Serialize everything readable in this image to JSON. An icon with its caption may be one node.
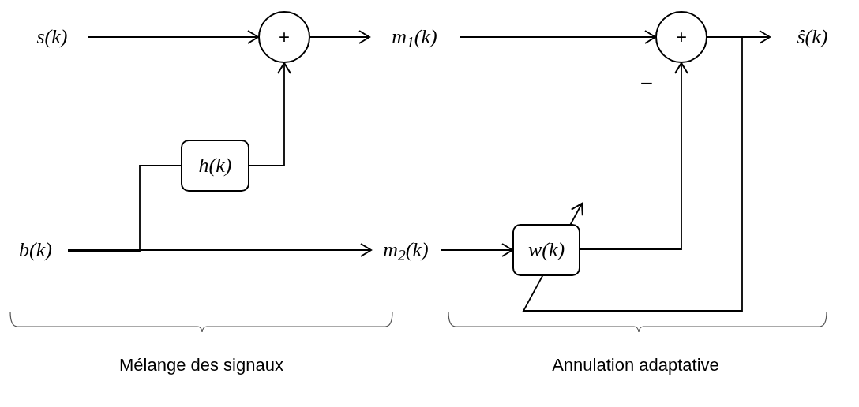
{
  "diagram": {
    "nodes": [
      {
        "text": [
          "s(k)"
        ]
      },
      {
        "text": [
          "+"
        ]
      },
      {
        "text": [
          "m$_{1}$(k)"
        ]
      },
      {
        "text": [
          "h(k)"
        ]
      },
      {
        "text": [
          "b(k)"
        ]
      },
      {
        "text": [
          "m$_{2}$(k)"
        ]
      },
      {
        "text": [
          "w(k)"
        ]
      },
      {
        "text": [
          "+"
        ]
      },
      {
        "text": [
          "ŝ(k)"
        ]
      }
    ],
    "edges": [
      {
        "from": 0,
        "to": 1,
        "arrow": "to"
      },
      {
        "from": 1,
        "to": 2,
        "arrow": "to"
      },
      {
        "from": 4,
        "to": 5,
        "arrow": "to"
      },
      {
        "from": 4,
        "to": 3,
        "arrow": "none"
      },
      {
        "from": 3,
        "to": 1,
        "arrow": "to"
      },
      {
        "from": 2,
        "to": 7,
        "arrow": "to"
      },
      {
        "from": 5,
        "to": 6,
        "arrow": "to"
      },
      {
        "from": 6,
        "to": 7,
        "arrow": "to"
      },
      {
        "from": 7,
        "to": 8,
        "arrow": "to"
      },
      {
        "from": 7,
        "to": 6,
        "arrow": "to"
      }
    ],
    "labels": [
      "−",
      "Mélange des signaux",
      "Annulation adaptative"
    ]
  }
}
